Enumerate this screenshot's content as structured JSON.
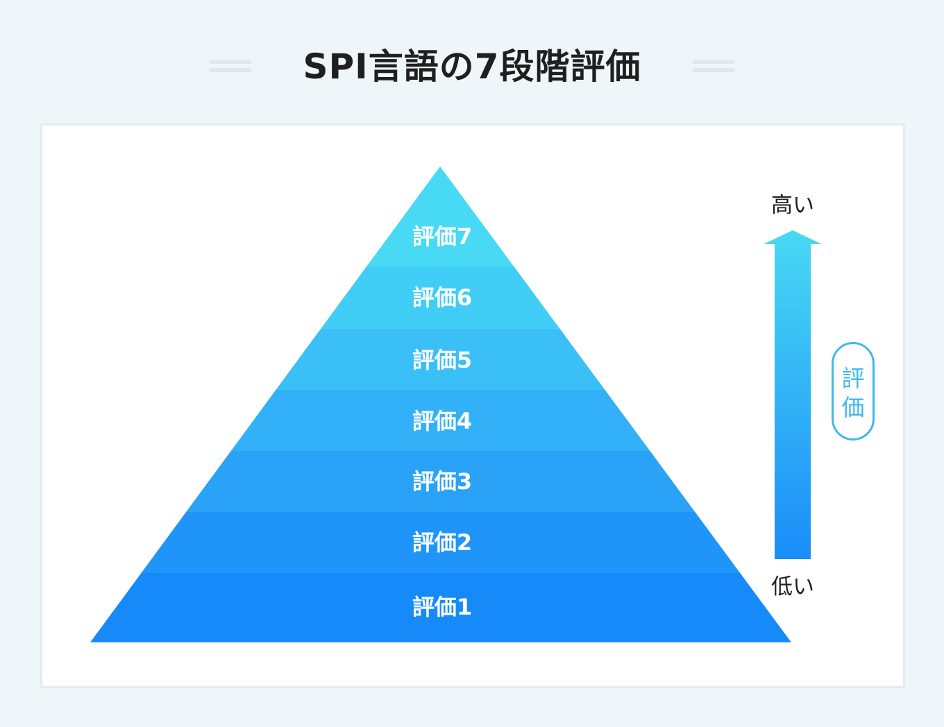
{
  "title": "SPI言語の7段階評価",
  "levels": [
    {
      "label": "評価7",
      "color": "#48d9f4"
    },
    {
      "label": "評価6",
      "color": "#40cdf6"
    },
    {
      "label": "評価5",
      "color": "#3abff7"
    },
    {
      "label": "評価4",
      "color": "#33b1f8"
    },
    {
      "label": "評価3",
      "color": "#2aa2f8"
    },
    {
      "label": "評価2",
      "color": "#2095f9"
    },
    {
      "label": "評価1",
      "color": "#178afa"
    }
  ],
  "scale": {
    "high_label": "高い",
    "low_label": "低い",
    "axis_label_1": "評",
    "axis_label_2": "価",
    "arrow_top_color": "#48d9f4",
    "arrow_bottom_color": "#1a8df9",
    "pill_color": "#3fb8ee"
  },
  "colors": {
    "background": "#eef6fa",
    "panel": "#ffffff",
    "panel_border": "#e1edf2"
  }
}
